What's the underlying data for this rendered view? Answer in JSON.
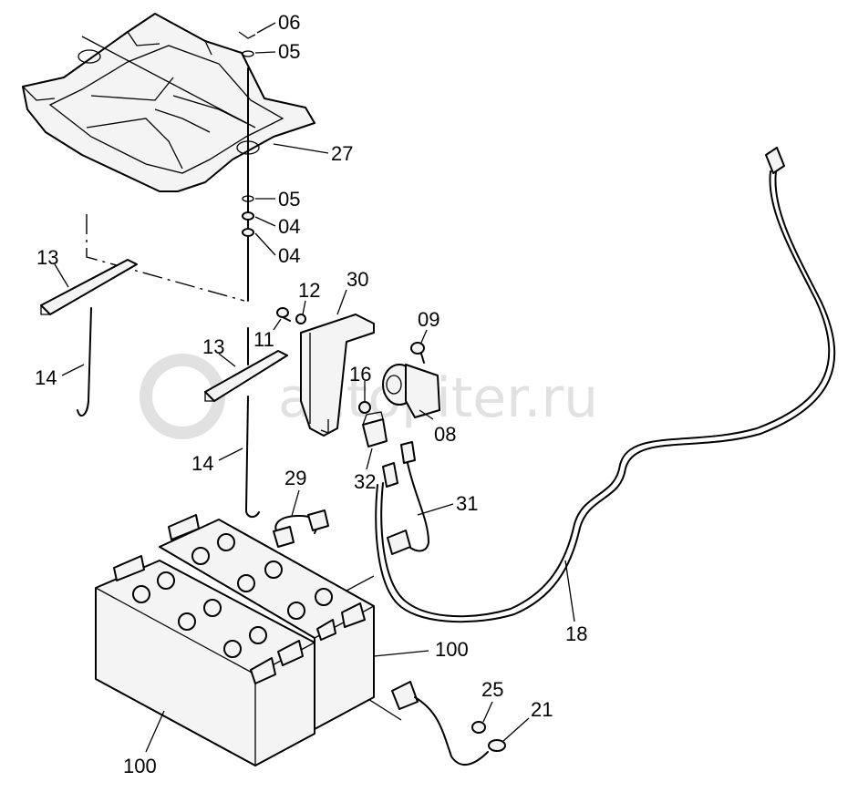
{
  "watermark": "autopiter.ru",
  "labels": {
    "p06": "06",
    "p05a": "05",
    "p27": "27",
    "p05b": "05",
    "p04a": "04",
    "p04b": "04",
    "p13a": "13",
    "p12": "12",
    "p30": "30",
    "p09": "09",
    "p11": "11",
    "p13b": "13",
    "p14a": "14",
    "p16": "16",
    "p08": "08",
    "p14b": "14",
    "p32": "32",
    "p29": "29",
    "p31": "31",
    "p18": "18",
    "p100a": "100",
    "p25": "25",
    "p21": "21",
    "p100b": "100"
  }
}
